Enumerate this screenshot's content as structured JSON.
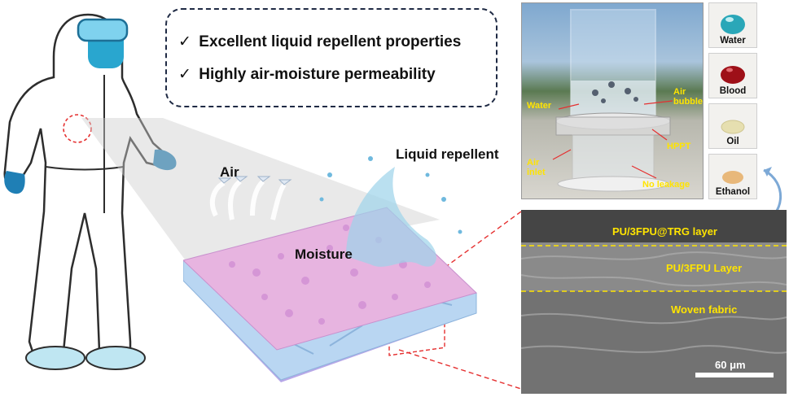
{
  "callout": {
    "line1": "Excellent liquid repellent properties",
    "line2": "Highly air-moisture permeability",
    "check_glyph": "✓"
  },
  "membrane_labels": {
    "air": "Air",
    "liquid_repellent": "Liquid repellent",
    "moisture": "Moisture"
  },
  "photo_labels": {
    "water": "Water",
    "air_bubble": "Air\nbubble",
    "hpppt": "HPPT",
    "air_inlet": "Air\ninlet",
    "no_leakage": "No leakage"
  },
  "droplets": [
    {
      "label": "Water",
      "color": "#2aa7b8"
    },
    {
      "label": "Blood",
      "color": "#9e1018"
    },
    {
      "label": "Oil",
      "color": "#e6dfb0"
    },
    {
      "label": "Ethanol",
      "color": "#e8b87a"
    }
  ],
  "sem_labels": {
    "top_layer": "PU/3FPU@TRG layer",
    "mid_layer": "PU/3FPU Layer",
    "fabric": "Woven fabric",
    "scale": "60 μm"
  },
  "colors": {
    "suit_outline": "#2d2d2d",
    "goggle": "#29a6cf",
    "glove": "#1f7fb5",
    "membrane_top": "#e7b4e0",
    "membrane_body": "#b9d6f2",
    "dash_red": "#e53030",
    "label_yellow": "#ffe400",
    "arrow_blue": "#7da9d6"
  }
}
